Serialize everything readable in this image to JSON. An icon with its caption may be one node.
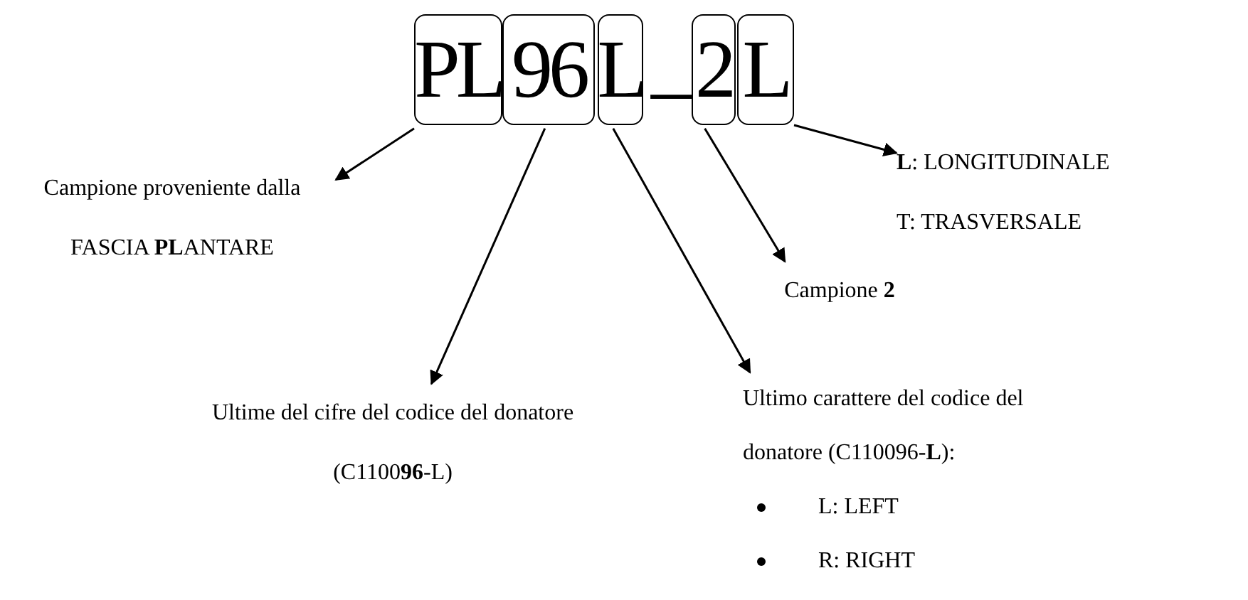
{
  "diagram": {
    "nodes": [
      {
        "text": [
          "PL"
        ]
      },
      {
        "text": [
          "96"
        ]
      },
      {
        "text": [
          "L"
        ]
      },
      {
        "text": [
          "2"
        ]
      },
      {
        "text": [
          "L"
        ]
      },
      {
        "text": [
          "Campione proveniente dalla FASCIA **PL**ANTARE"
        ]
      },
      {
        "text": [
          "Ultime del cifre del codice del donatore (C1100**96**-L)"
        ]
      },
      {
        "text": [
          "Ultimo carattere del codice del donatore  (C110096-**L**):",
          "L: LEFT",
          "R: RIGHT"
        ]
      },
      {
        "text": [
          "Campione **2**"
        ]
      },
      {
        "text": [
          "**L**: LONGITUDINALE",
          "T: TRASVERSALE"
        ]
      }
    ],
    "edges": [
      {
        "from": 0,
        "to": 5,
        "arrow": "to"
      },
      {
        "from": 1,
        "to": 6,
        "arrow": "to"
      },
      {
        "from": 2,
        "to": 7,
        "arrow": "to"
      },
      {
        "from": 3,
        "to": 8,
        "arrow": "to"
      },
      {
        "from": 4,
        "to": 9,
        "arrow": "to"
      }
    ],
    "labels": [
      "_"
    ]
  }
}
